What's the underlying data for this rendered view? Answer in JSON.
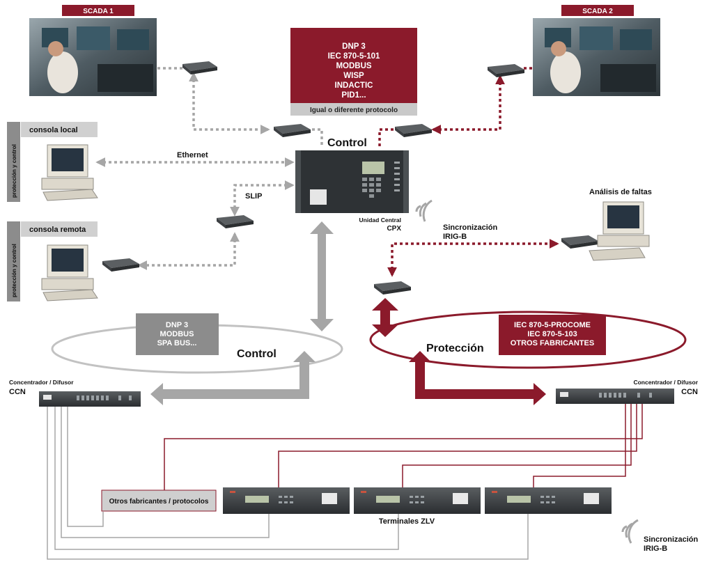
{
  "scada1_label": "SCADA 1",
  "scada2_label": "SCADA 2",
  "protocol_box": {
    "lines": [
      "DNP 3",
      "IEC 870-5-101",
      "MODBUS",
      "WISP",
      "INDACTIC",
      "PID1..."
    ],
    "footer": "Igual o diferente protocolo"
  },
  "control_label": "Control",
  "ethernet_label": "Ethernet",
  "slip_label": "SLIP",
  "console_local": {
    "title": "consola local",
    "side": "protección y control"
  },
  "console_remote": {
    "title": "consola remota",
    "side": "protección y control"
  },
  "central_unit": {
    "line1": "Unidad Central",
    "line2": "CPX"
  },
  "sync_top": {
    "line1": "Sincronización",
    "line2": "IRIG-B"
  },
  "fault_analysis_label": "Análisis de faltas",
  "control_ring": {
    "protocols": [
      "DNP 3",
      "MODBUS",
      "SPA BUS..."
    ],
    "label": "Control"
  },
  "protection_ring": {
    "protocols": [
      "IEC 870-5-PROCOME",
      "IEC 870-5-103",
      "OTROS FABRICANTES"
    ],
    "label": "Protección"
  },
  "ccn_left": {
    "line1": "Concentrador / Difusor",
    "line2": "CCN"
  },
  "ccn_right": {
    "line1": "Concentrador / Difusor",
    "line2": "CCN"
  },
  "other_vendors_label": "Otros fabricantes / protocolos",
  "terminals_label": "Terminales ZLV",
  "sync_bottom": {
    "line1": "Sincronización",
    "line2": "IRIG-B"
  },
  "colors": {
    "accent_red": "#8b1a2b",
    "grey_box": "#8c8c8c",
    "light_grey_box": "#cfcfcf",
    "arrow_grey": "#a6a6a6",
    "dotted_red": "#8b1a2b"
  }
}
